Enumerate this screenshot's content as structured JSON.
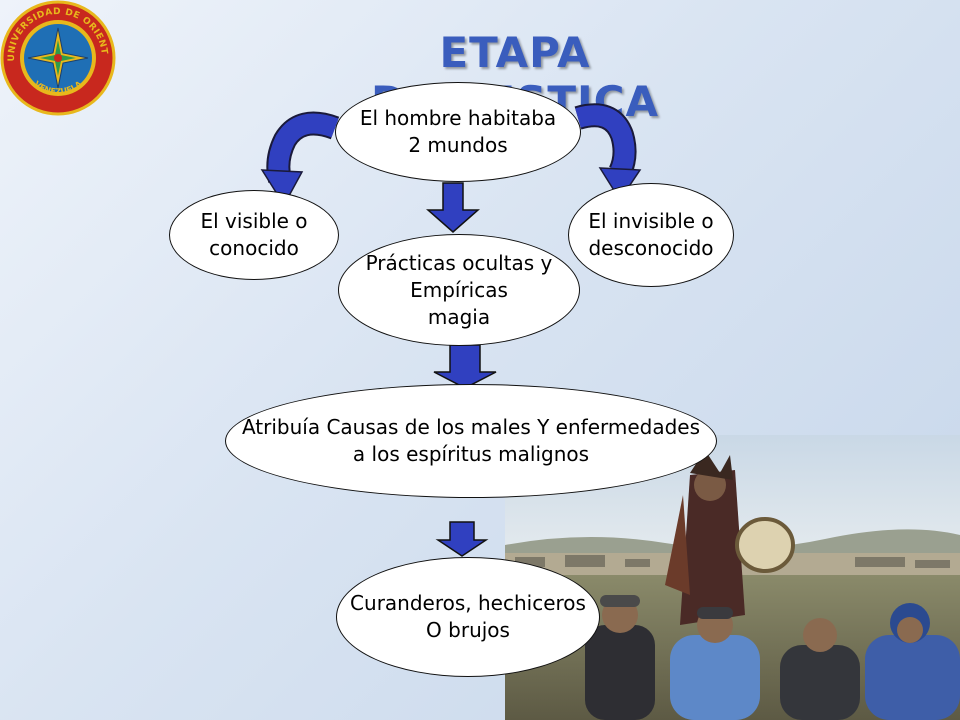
{
  "slide": {
    "title": "ETAPA DOMESTICA"
  },
  "seal": {
    "top_text": "UNIVERSIDAD DE ORIENTE",
    "bottom_text": "VENEZUELA",
    "colors": {
      "ring": "#c8281e",
      "inner": "#1f6fb5",
      "gold": "#e8b81c"
    }
  },
  "diagram": {
    "nodes": {
      "root": "El hombre habitaba\n2 mundos",
      "visible": "El visible o\nconocido",
      "invisible": "El invisible o\ndesconocido",
      "practices": "Prácticas ocultas y\nEmpíricas\nmagia",
      "causes": "Atribuía Causas de los males Y enfermedades\na los espíritus malignos",
      "healers": "Curanderos, hechiceros\nO brujos"
    },
    "arrow_color": "#3040c0"
  },
  "photo": {
    "subject": "shaman-ceremony-photo"
  }
}
